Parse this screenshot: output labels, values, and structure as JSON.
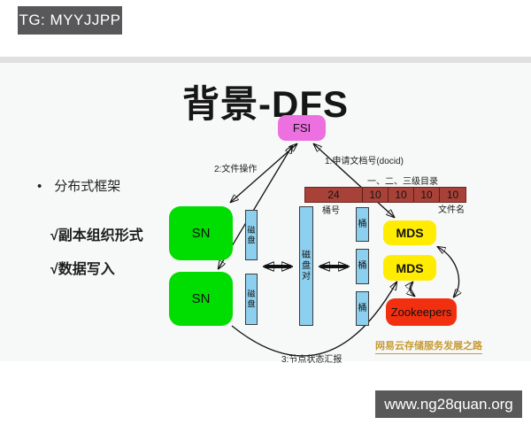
{
  "colors": {
    "badge_bg": "#58585a",
    "fsi_pink": "#ec70e0",
    "sn_green": "#00dd00",
    "bar_blue": "#8dcfee",
    "mds_yellow": "#ffec00",
    "zookeepers_red": "#f23010",
    "table_red": "#a84138",
    "watermark_gold": "#c79b35"
  },
  "overlay": {
    "top_left_badge": "TG: MYYJJPP",
    "bottom_right_badge": "www.ng28quan.org"
  },
  "slide": {
    "title": "背景-DFS",
    "bullets": {
      "dot": "•",
      "main": "分布式框架",
      "sub": [
        "√副本组织形式",
        "√数据写入"
      ]
    },
    "watermark": "网易云存储服务发展之路"
  },
  "diagram": {
    "nodes": {
      "fsi": "FSI",
      "sn1": "SN",
      "sn2": "SN",
      "disk1": "磁盘",
      "disk2": "磁盘",
      "disk_pair": "磁盘对",
      "bucket1": "桶",
      "bucket2": "桶",
      "bucket3": "桶",
      "mds1": "MDS",
      "mds2": "MDS",
      "zookeepers": "Zookeepers"
    },
    "docid_table": {
      "cells": [
        "24",
        "10",
        "10",
        "10",
        "10"
      ],
      "caption_top": "一、二、三级目录",
      "caption_left": "桶号",
      "caption_right": "文件名"
    },
    "annotations": {
      "request_docid": "1:申请文档号(docid)",
      "file_operation": "2:文件操作",
      "node_status_report": "3:节点状态汇报"
    }
  }
}
